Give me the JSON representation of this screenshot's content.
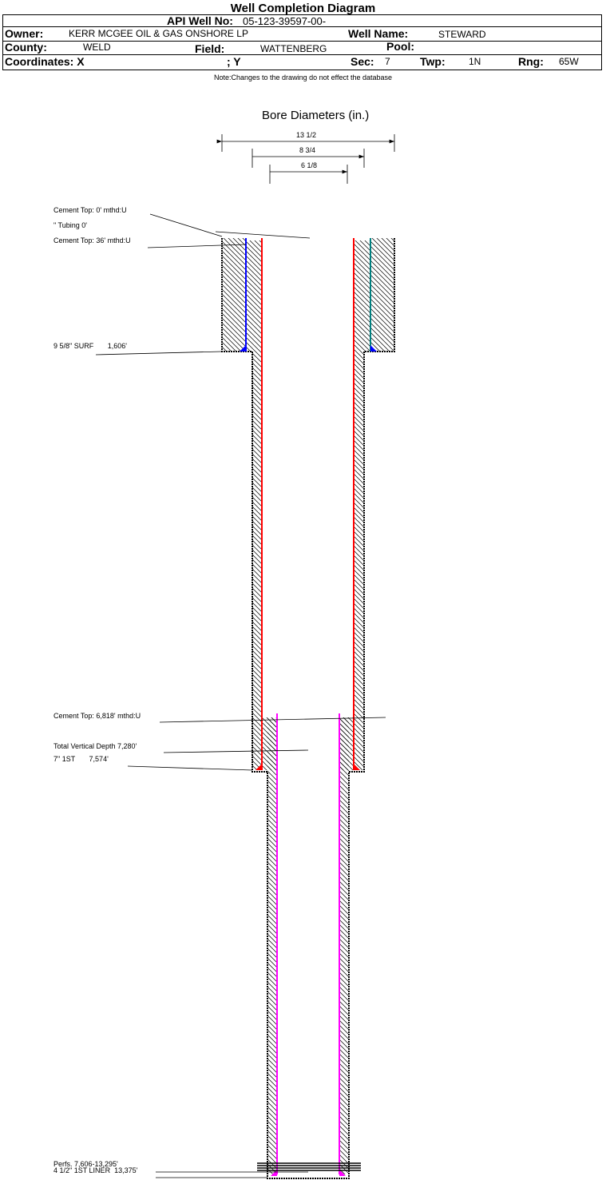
{
  "title": "Well Completion Diagram",
  "header": {
    "api_label": "API Well No:",
    "api_value": "05-123-39597-00-",
    "owner_label": "Owner:",
    "owner_value": "KERR MCGEE OIL & GAS ONSHORE LP",
    "well_name_label": "Well Name:",
    "well_name_value": "STEWARD",
    "county_label": "County:",
    "county_value": "WELD",
    "field_label": "Field:",
    "field_value": "WATTENBERG",
    "pool_label": "Pool:",
    "coords_label": "Coordinates: X",
    "y_label": "; Y",
    "sec_label": "Sec:",
    "sec_value": "7",
    "twp_label": "Twp:",
    "twp_value": "1N",
    "rng_label": "Rng:",
    "rng_value": "65W"
  },
  "note": "Note:Changes to the drawing do not effect the database",
  "bore": {
    "title": "Bore Diameters (in.)",
    "diameters": [
      "13 1/2",
      "8 3/4",
      "6 1/8"
    ]
  },
  "labels": {
    "cement_top_0": "Cement Top: 0' mthd:U",
    "tubing": "\" Tubing 0'",
    "cement_top_36": "Cement Top: 36' mthd:U",
    "surf": "9 5/8\" SURF       1,606'",
    "cement_top_6818": "Cement Top: 6,818' mthd:U",
    "tvd": "Total Vertical Depth 7,280'",
    "inter": "7\" 1ST       7,574'",
    "perfs": "Perfs. 7,606-13,295'",
    "liner": "4 1/2\" 1ST LINER  13,375'"
  },
  "colors": {
    "surface_casing": "#0000ff",
    "production_casing": "#ff0000",
    "liner": "#ff00ff",
    "casing_edge": "#008000"
  }
}
